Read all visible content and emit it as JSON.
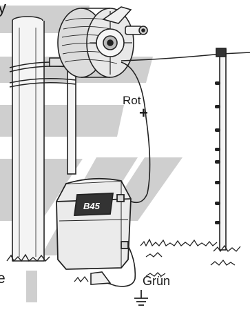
{
  "labels": {
    "red_terminal": "Rot",
    "plus_sign": "+",
    "green_terminal": "Grün",
    "energizer_model": "B45",
    "left_edge_top": "y",
    "left_edge_bottom": "e"
  },
  "colors": {
    "stripe_gray": "#c9c9c9",
    "line": "#222222",
    "energizer_body": "#e9e9e9",
    "energizer_panel": "#333333"
  },
  "icons": [
    "ground-icon",
    "insulator-icon"
  ]
}
